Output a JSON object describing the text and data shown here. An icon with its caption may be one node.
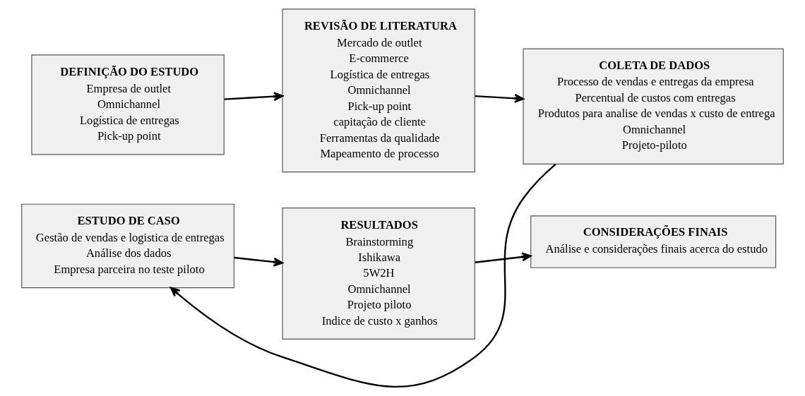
{
  "diagram": {
    "nodes": [
      {
        "text": [
          "DEFINIÇÃO DO ESTUDO",
          "Empresa de outlet",
          "Omnichannel",
          "Logística de entregas",
          "Pick-up point"
        ]
      },
      {
        "text": [
          "REVISÃO DE LITERATURA",
          "Mercado de outlet",
          "E-commerce",
          "Logística de entregas",
          "Omnichannel",
          "Pick-up point",
          "capitação de cliente",
          "Ferramentas da qualidade",
          "Mapeamento de processo"
        ]
      },
      {
        "text": [
          "COLETA DE DADOS",
          "Processo de vendas e entregas da empresa",
          "Percentual de custos com entregas",
          "Produtos para analise de vendas x custo de entrega",
          "Omnichannel",
          "Projeto-piloto"
        ]
      },
      {
        "text": [
          "ESTUDO DE CASO",
          "Gestão de vendas e logistica de entregas",
          "Análise dos dados",
          "Empresa parceira no teste piloto"
        ]
      },
      {
        "text": [
          "RESULTADOS",
          "Brainstorming",
          "Ishikawa",
          "5W2H",
          "Omnichannel",
          "Projeto piloto",
          "Indice de custo x ganhos"
        ]
      },
      {
        "text": [
          "CONSIDERAÇÕES FINAIS",
          "Análise e considerações finais acerca do estudo"
        ]
      }
    ],
    "edges": [
      {
        "from": 0,
        "to": 1,
        "arrow": "to"
      },
      {
        "from": 1,
        "to": 2,
        "arrow": "to"
      },
      {
        "from": 2,
        "to": 3,
        "arrow": "to"
      },
      {
        "from": 3,
        "to": 4,
        "arrow": "to"
      },
      {
        "from": 4,
        "to": 5,
        "arrow": "to"
      }
    ]
  }
}
